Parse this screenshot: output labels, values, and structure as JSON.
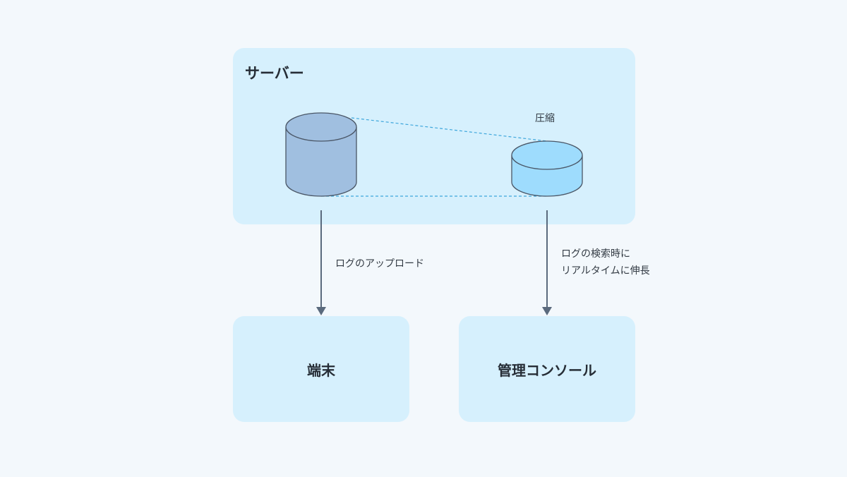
{
  "server": {
    "title": "サーバー"
  },
  "compress_label": "圧縮",
  "upload_label": "ログのアップロード",
  "search_label": [
    "ログの検索時に",
    "リアルタイムに伸長"
  ],
  "terminal": {
    "label": "端末"
  },
  "console": {
    "label": "管理コンソール"
  },
  "colors": {
    "box_fill": "#d6f0fd",
    "db_original": "#a0bfe0",
    "db_compressed": "#9edcfd",
    "dashed": "#3fa7dc",
    "arrow": "#5a6a7d"
  }
}
